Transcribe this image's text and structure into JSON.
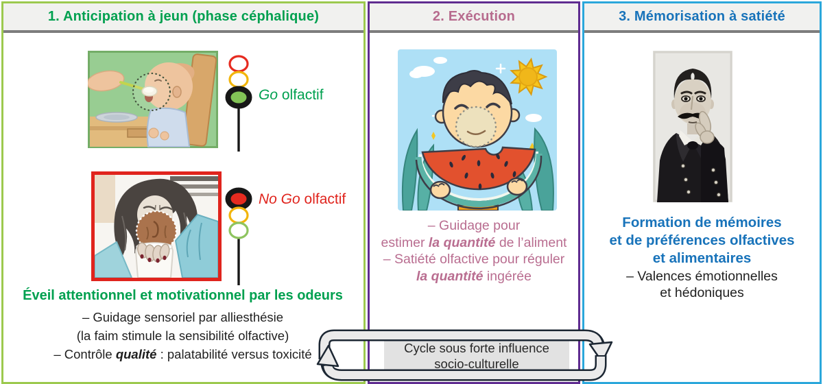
{
  "panel1": {
    "title": "1. Anticipation à jeun (phase céphalique)",
    "go": {
      "em": "Go",
      "rest": " olfactif"
    },
    "nogo": {
      "em": "No Go",
      "rest": " olfactif"
    },
    "heading": "Éveil attentionnel et motivationnel par les odeurs",
    "body1": "– Guidage sensoriel par alliesthésie",
    "body2": "(la faim stimule la sensibilité olfactive)",
    "body3_pre": "– Contrôle ",
    "body3_em": "qualité",
    "body3_post": " : palatabilité versus toxicité"
  },
  "panel2": {
    "title": "2. Exécution",
    "line1": "– Guidage pour",
    "line2_pre": "estimer ",
    "line2_em": "la quantité",
    "line2_post": " de l’aliment",
    "line3": "– Satiété olfactive pour réguler",
    "line4_em": "la quantité",
    "line4_post": " ingérée"
  },
  "panel3": {
    "title": "3. Mémorisation à satiété",
    "blue1": "Formation de mémoires",
    "blue2": "et de préférences olfactives",
    "blue3": "et alimentaires",
    "black1": "– Valences émotionnelles",
    "black2": "et hédoniques"
  },
  "cycle": {
    "line1": "Cycle sous forte influence",
    "line2": "socio-culturelle"
  },
  "icons": {
    "traffic_light_go": "traffic-light-green-active",
    "traffic_light_nogo": "traffic-light-red-active",
    "odor_highlight": "dotted-circle-odor-zone"
  },
  "colors": {
    "panel1_border": "#9cc94e",
    "panel2_border": "#5f2c90",
    "panel3_border": "#2ba7db",
    "green_text": "#00a04f",
    "red_text": "#e0241d",
    "pink_text": "#b76b8e",
    "blue_text": "#1873ba",
    "header_bg": "#f1f1ef",
    "header_rule": "#7d7d7d",
    "cycle_box_bg": "#e2e2e2",
    "arrow_fill": "#eaeaea",
    "arrow_outline": "#1c2733"
  }
}
